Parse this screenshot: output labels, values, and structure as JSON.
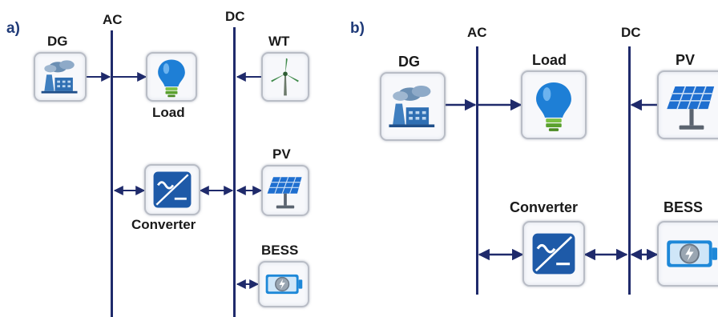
{
  "panel_a": {
    "label": "a)",
    "ac_bus": "AC",
    "dc_bus": "DC",
    "dg": "DG",
    "load": "Load",
    "wt": "WT",
    "pv": "PV",
    "converter": "Converter",
    "bess": "BESS"
  },
  "panel_b": {
    "label": "b)",
    "ac_bus": "AC",
    "dc_bus": "DC",
    "dg": "DG",
    "load": "Load",
    "pv": "PV",
    "converter": "Converter",
    "bess": "BESS"
  },
  "icons": {
    "dg": "power-plant-icon",
    "load": "light-bulb-icon",
    "wt": "wind-turbine-icon",
    "pv": "solar-panel-icon",
    "converter": "ac-dc-converter-icon",
    "bess": "battery-icon"
  },
  "colors": {
    "bus_line": "#1f2a6b",
    "panel_label": "#1f3a78"
  }
}
